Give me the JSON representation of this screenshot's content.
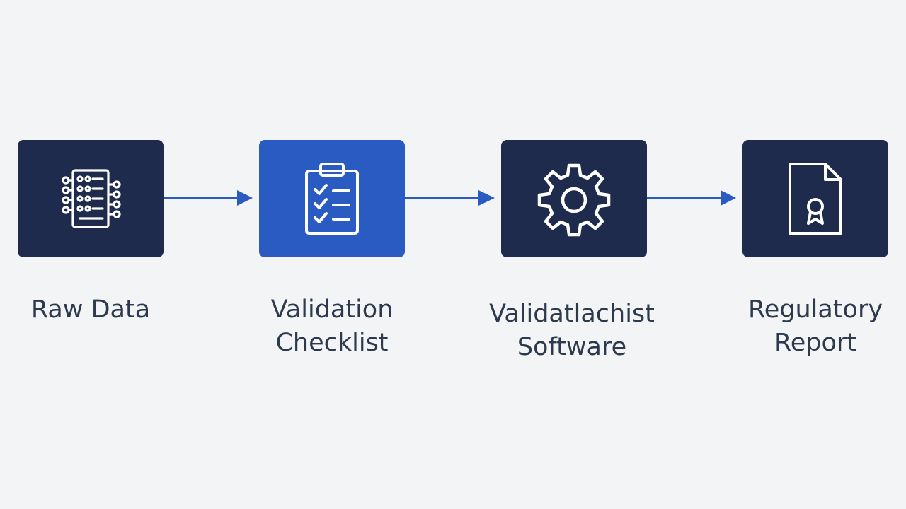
{
  "colors": {
    "background": "#f3f4f6",
    "node_dark": "#1f2b4d",
    "node_accent": "#2a5bc3",
    "arrow": "#2a5bc3",
    "icon_stroke": "#ffffff",
    "text": "#2d3a4d"
  },
  "steps": [
    {
      "icon": "data-list-icon",
      "label_lines": [
        "Raw Data"
      ]
    },
    {
      "icon": "clipboard-checklist-icon",
      "label_lines": [
        "Validation",
        "Checklist"
      ]
    },
    {
      "icon": "gear-icon",
      "label_lines": [
        "Validatlachist",
        "Software"
      ]
    },
    {
      "icon": "certificate-document-icon",
      "label_lines": [
        "Regulatory",
        "Report"
      ]
    }
  ]
}
